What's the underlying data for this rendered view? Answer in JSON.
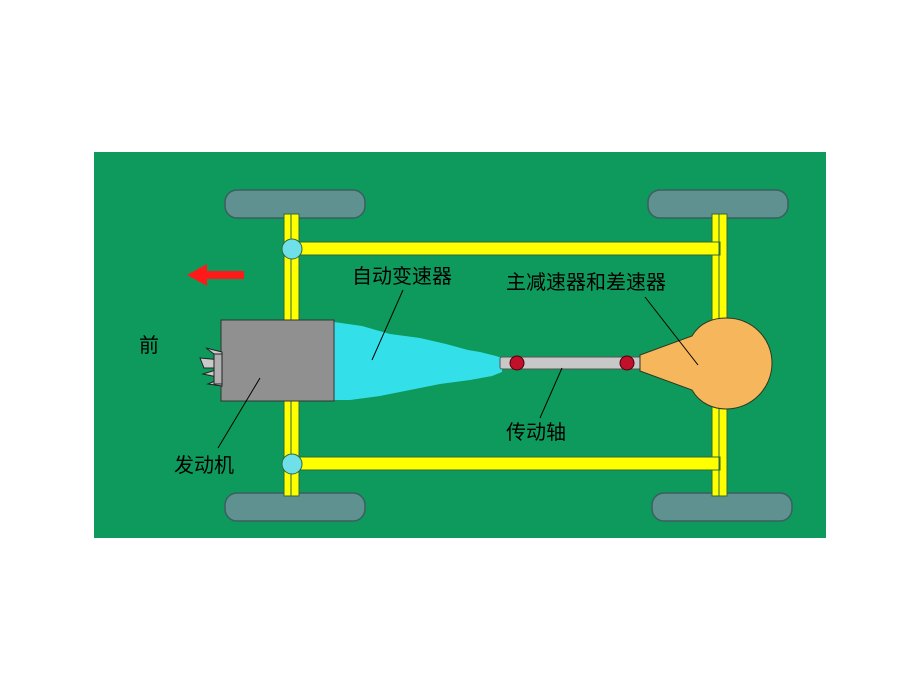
{
  "labels": {
    "front": "前",
    "engine": "发动机",
    "transmission": "自动变速器",
    "final_drive": "主减速器和差速器",
    "drive_shaft": "传动轴"
  },
  "colors": {
    "background_panel": "#0e9a5c",
    "frame": "#ffff00",
    "wheel": "#5f9191",
    "engine_block": "#909090",
    "transmission": "#33e0ea",
    "differential": "#f5b65c",
    "joint": "#c0102a",
    "pivot": "#6fe0ea",
    "arrow": "#ff1a1a"
  },
  "icons": {
    "direction_arrow": "arrow-left-icon",
    "cooling_fan": "fan-icon"
  }
}
